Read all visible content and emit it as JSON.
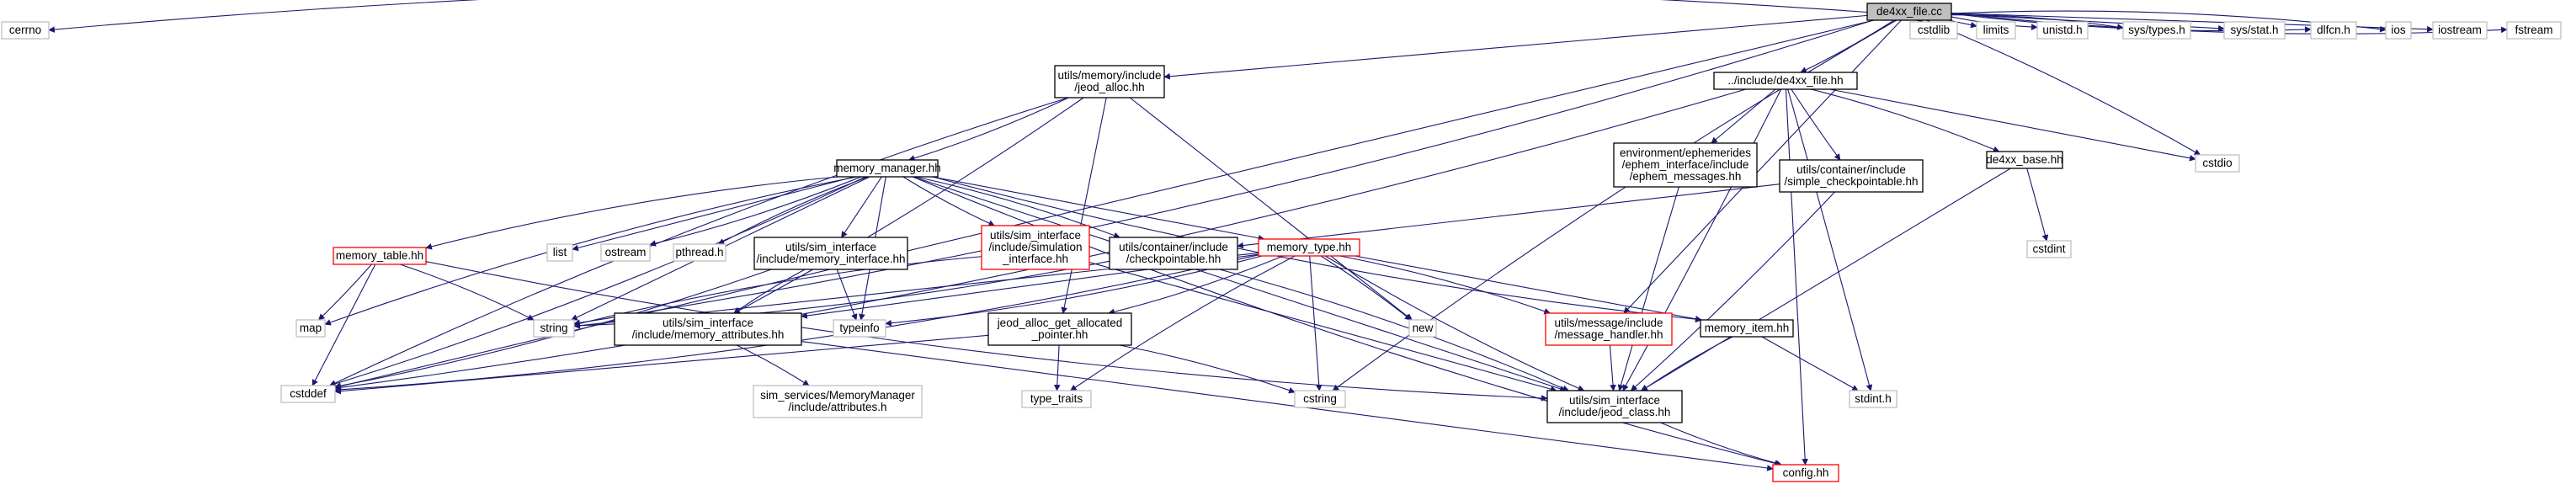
{
  "title": "de4xx_file.cc",
  "nodes": [
    {
      "id": "root",
      "lines": [
        "de4xx_file.cc"
      ],
      "style": "root"
    },
    {
      "id": "cerrno",
      "lines": [
        "cerrno"
      ],
      "style": "grey"
    },
    {
      "id": "jeod_alloc",
      "lines": [
        "utils/memory/include",
        "/jeod_alloc.hh"
      ],
      "style": "black"
    },
    {
      "id": "de4xx_file_hh",
      "lines": [
        "../include/de4xx_file.hh"
      ],
      "style": "black"
    },
    {
      "id": "cstdlib",
      "lines": [
        "cstdlib"
      ],
      "style": "grey"
    },
    {
      "id": "limits",
      "lines": [
        "limits"
      ],
      "style": "grey"
    },
    {
      "id": "unistd",
      "lines": [
        "unistd.h"
      ],
      "style": "grey"
    },
    {
      "id": "systypes",
      "lines": [
        "sys/types.h"
      ],
      "style": "grey"
    },
    {
      "id": "sysstat",
      "lines": [
        "sys/stat.h"
      ],
      "style": "grey"
    },
    {
      "id": "dlfcn",
      "lines": [
        "dlfcn.h"
      ],
      "style": "grey"
    },
    {
      "id": "ios",
      "lines": [
        "ios"
      ],
      "style": "grey"
    },
    {
      "id": "iostream",
      "lines": [
        "iostream"
      ],
      "style": "grey"
    },
    {
      "id": "fstream",
      "lines": [
        "fstream"
      ],
      "style": "grey"
    },
    {
      "id": "memory_manager",
      "lines": [
        "memory_manager.hh"
      ],
      "style": "black"
    },
    {
      "id": "ephem",
      "lines": [
        "environment/ephemerides",
        "/ephem_interface/include",
        "/ephem_messages.hh"
      ],
      "style": "black"
    },
    {
      "id": "simple_ckpt",
      "lines": [
        "utils/container/include",
        "/simple_checkpointable.hh"
      ],
      "style": "black"
    },
    {
      "id": "de4xx_base",
      "lines": [
        "de4xx_base.hh"
      ],
      "style": "black"
    },
    {
      "id": "cstdio",
      "lines": [
        "cstdio"
      ],
      "style": "grey"
    },
    {
      "id": "memory_table",
      "lines": [
        "memory_table.hh"
      ],
      "style": "red"
    },
    {
      "id": "list",
      "lines": [
        "list"
      ],
      "style": "grey"
    },
    {
      "id": "ostream",
      "lines": [
        "ostream"
      ],
      "style": "grey"
    },
    {
      "id": "pthread",
      "lines": [
        "pthread.h"
      ],
      "style": "grey"
    },
    {
      "id": "mem_iface",
      "lines": [
        "utils/sim_interface",
        "/include/memory_interface.hh"
      ],
      "style": "black"
    },
    {
      "id": "sim_iface",
      "lines": [
        "utils/sim_interface",
        "/include/simulation",
        "_interface.hh"
      ],
      "style": "red"
    },
    {
      "id": "checkpointable",
      "lines": [
        "utils/container/include",
        "/checkpointable.hh"
      ],
      "style": "black"
    },
    {
      "id": "memory_type",
      "lines": [
        "memory_type.hh"
      ],
      "style": "red"
    },
    {
      "id": "cstdint",
      "lines": [
        "cstdint"
      ],
      "style": "grey"
    },
    {
      "id": "map",
      "lines": [
        "map"
      ],
      "style": "grey"
    },
    {
      "id": "string",
      "lines": [
        "string"
      ],
      "style": "grey"
    },
    {
      "id": "mem_attrs",
      "lines": [
        "utils/sim_interface",
        "/include/memory_attributes.hh"
      ],
      "style": "black"
    },
    {
      "id": "typeinfo",
      "lines": [
        "typeinfo"
      ],
      "style": "grey"
    },
    {
      "id": "get_alloc_ptr",
      "lines": [
        "jeod_alloc_get_allocated",
        "_pointer.hh"
      ],
      "style": "black"
    },
    {
      "id": "new",
      "lines": [
        "new"
      ],
      "style": "grey"
    },
    {
      "id": "msg_handler",
      "lines": [
        "utils/message/include",
        "/message_handler.hh"
      ],
      "style": "red"
    },
    {
      "id": "memory_item",
      "lines": [
        "memory_item.hh"
      ],
      "style": "black"
    },
    {
      "id": "cstddef",
      "lines": [
        "cstddef"
      ],
      "style": "grey"
    },
    {
      "id": "attributes",
      "lines": [
        "sim_services/MemoryManager",
        "/include/attributes.h"
      ],
      "style": "grey"
    },
    {
      "id": "type_traits",
      "lines": [
        "type_traits"
      ],
      "style": "grey"
    },
    {
      "id": "cstring",
      "lines": [
        "cstring"
      ],
      "style": "grey"
    },
    {
      "id": "jeod_class",
      "lines": [
        "utils/sim_interface",
        "/include/jeod_class.hh"
      ],
      "style": "black"
    },
    {
      "id": "stdint",
      "lines": [
        "stdint.h"
      ],
      "style": "grey"
    },
    {
      "id": "config",
      "lines": [
        "config.hh"
      ],
      "style": "red"
    }
  ],
  "edges": [
    [
      "root",
      "cerrno"
    ],
    [
      "root",
      "jeod_alloc"
    ],
    [
      "root",
      "de4xx_file_hh"
    ],
    [
      "root",
      "cstdlib"
    ],
    [
      "root",
      "limits"
    ],
    [
      "root",
      "unistd"
    ],
    [
      "root",
      "systypes"
    ],
    [
      "root",
      "sysstat"
    ],
    [
      "root",
      "dlfcn"
    ],
    [
      "root",
      "ios"
    ],
    [
      "root",
      "iostream"
    ],
    [
      "root",
      "fstream"
    ],
    [
      "root",
      "cstdio"
    ],
    [
      "root",
      "cstddef"
    ],
    [
      "root",
      "string"
    ],
    [
      "root",
      "cstring"
    ],
    [
      "root",
      "msg_handler"
    ],
    [
      "jeod_alloc",
      "memory_manager"
    ],
    [
      "jeod_alloc",
      "cstddef"
    ],
    [
      "jeod_alloc",
      "new"
    ],
    [
      "jeod_alloc",
      "mem_attrs"
    ],
    [
      "jeod_alloc",
      "get_alloc_ptr"
    ],
    [
      "de4xx_file_hh",
      "ephem"
    ],
    [
      "de4xx_file_hh",
      "simple_ckpt"
    ],
    [
      "de4xx_file_hh",
      "de4xx_base"
    ],
    [
      "de4xx_file_hh",
      "cstdio"
    ],
    [
      "de4xx_file_hh",
      "jeod_class"
    ],
    [
      "de4xx_file_hh",
      "stdint"
    ],
    [
      "de4xx_file_hh",
      "config"
    ],
    [
      "de4xx_file_hh",
      "cstddef"
    ],
    [
      "memory_manager",
      "memory_table"
    ],
    [
      "memory_manager",
      "list"
    ],
    [
      "memory_manager",
      "ostream"
    ],
    [
      "memory_manager",
      "pthread"
    ],
    [
      "memory_manager",
      "mem_iface"
    ],
    [
      "memory_manager",
      "sim_iface"
    ],
    [
      "memory_manager",
      "checkpointable"
    ],
    [
      "memory_manager",
      "memory_type"
    ],
    [
      "memory_manager",
      "memory_item"
    ],
    [
      "memory_manager",
      "map"
    ],
    [
      "memory_manager",
      "string"
    ],
    [
      "memory_manager",
      "cstddef"
    ],
    [
      "memory_manager",
      "typeinfo"
    ],
    [
      "memory_manager",
      "jeod_class"
    ],
    [
      "memory_manager",
      "config"
    ],
    [
      "ephem",
      "jeod_class"
    ],
    [
      "simple_ckpt",
      "checkpointable"
    ],
    [
      "simple_ckpt",
      "jeod_class"
    ],
    [
      "de4xx_base",
      "cstdint"
    ],
    [
      "de4xx_base",
      "jeod_class"
    ],
    [
      "memory_table",
      "map"
    ],
    [
      "memory_table",
      "string"
    ],
    [
      "memory_table",
      "cstddef"
    ],
    [
      "memory_table",
      "jeod_class"
    ],
    [
      "mem_iface",
      "mem_attrs"
    ],
    [
      "mem_iface",
      "typeinfo"
    ],
    [
      "mem_iface",
      "cstddef"
    ],
    [
      "sim_iface",
      "string"
    ],
    [
      "sim_iface",
      "jeod_class"
    ],
    [
      "checkpointable",
      "string"
    ],
    [
      "checkpointable",
      "jeod_class"
    ],
    [
      "memory_type",
      "mem_attrs"
    ],
    [
      "memory_type",
      "get_alloc_ptr"
    ],
    [
      "memory_type",
      "msg_handler"
    ],
    [
      "memory_type",
      "memory_item"
    ],
    [
      "memory_type",
      "jeod_class"
    ],
    [
      "memory_type",
      "new"
    ],
    [
      "memory_type",
      "cstring"
    ],
    [
      "memory_type",
      "typeinfo"
    ],
    [
      "memory_type",
      "type_traits"
    ],
    [
      "memory_type",
      "string"
    ],
    [
      "memory_type",
      "cstddef"
    ],
    [
      "mem_attrs",
      "attributes"
    ],
    [
      "mem_attrs",
      "config"
    ],
    [
      "get_alloc_ptr",
      "type_traits"
    ],
    [
      "get_alloc_ptr",
      "cstring"
    ],
    [
      "get_alloc_ptr",
      "cstddef"
    ],
    [
      "msg_handler",
      "jeod_class"
    ],
    [
      "memory_item",
      "jeod_class"
    ],
    [
      "memory_item",
      "stdint"
    ],
    [
      "jeod_class",
      "config"
    ]
  ]
}
